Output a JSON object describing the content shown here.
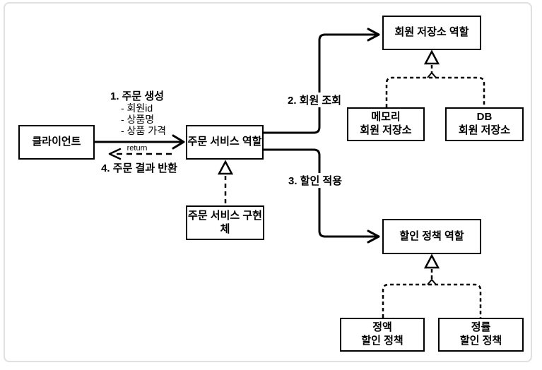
{
  "diagram": {
    "title": "order-service-roles-diagram",
    "nodes": {
      "client": {
        "label": "클라이언트"
      },
      "order_service_role": {
        "label": "주문 서비스 역할"
      },
      "order_service_impl": {
        "label": "주문 서비스 구현체"
      },
      "member_repo_role": {
        "label": "회원 저장소 역할"
      },
      "memory_member_repo": {
        "label": "메모리\n회원 저장소"
      },
      "db_member_repo": {
        "label": "DB\n회원 저장소"
      },
      "discount_policy_role": {
        "label": "할인 정책 역할"
      },
      "fixed_discount_policy": {
        "label": "정액\n할인 정책"
      },
      "rate_discount_policy": {
        "label": "정률\n할인 정책"
      }
    },
    "edges": {
      "step1": {
        "label": "1. 주문 생성",
        "params": [
          "- 회원id",
          "- 상품명",
          "- 상품 가격"
        ],
        "from": "client",
        "to": "order_service_role",
        "style": "solid-arrow"
      },
      "step2": {
        "label": "2. 회원 조회",
        "from": "order_service_role",
        "to": "member_repo_role",
        "style": "solid-arrow"
      },
      "step3": {
        "label": "3. 할인 적용",
        "from": "order_service_role",
        "to": "discount_policy_role",
        "style": "solid-arrow"
      },
      "step4": {
        "label": "4. 주문 결과 반환",
        "return_label": "return",
        "from": "order_service_role",
        "to": "client",
        "style": "dashed-arrow"
      },
      "impl_realization": {
        "from": "order_service_impl",
        "to": "order_service_role",
        "style": "dashed-triangle"
      },
      "memory_repo_realization": {
        "from": "memory_member_repo",
        "to": "member_repo_role",
        "style": "dashed-triangle"
      },
      "db_repo_realization": {
        "from": "db_member_repo",
        "to": "member_repo_role",
        "style": "dashed-triangle"
      },
      "fixed_policy_realization": {
        "from": "fixed_discount_policy",
        "to": "discount_policy_role",
        "style": "dashed-triangle"
      },
      "rate_policy_realization": {
        "from": "rate_discount_policy",
        "to": "discount_policy_role",
        "style": "dashed-triangle"
      }
    },
    "colors": {
      "line": "#000000",
      "box_border": "#000000",
      "box_fill": "#ffffff",
      "frame_border": "#e0e0e0",
      "background": "#ffffff",
      "text": "#000000"
    }
  }
}
